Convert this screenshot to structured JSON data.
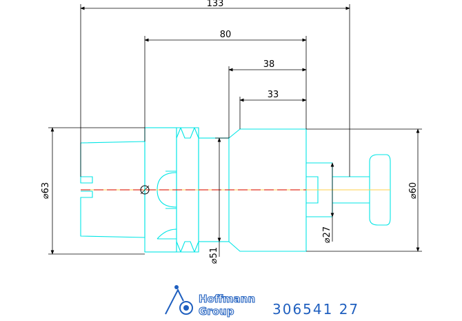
{
  "dimensions": {
    "overall": "133",
    "d80": "80",
    "d38": "38",
    "d33": "33",
    "dia63": "⌀63",
    "dia60": "⌀60",
    "dia51": "⌀51",
    "dia27": "⌀27"
  },
  "logo": {
    "line1": "Hoffmann",
    "line2": "Group"
  },
  "part_number": "306541 27",
  "colors": {
    "outline": "#00e5e5",
    "dimension": "#000000",
    "centerline": "#e03020",
    "axis": "#ffd24a",
    "logo": "#1f5fbf"
  }
}
